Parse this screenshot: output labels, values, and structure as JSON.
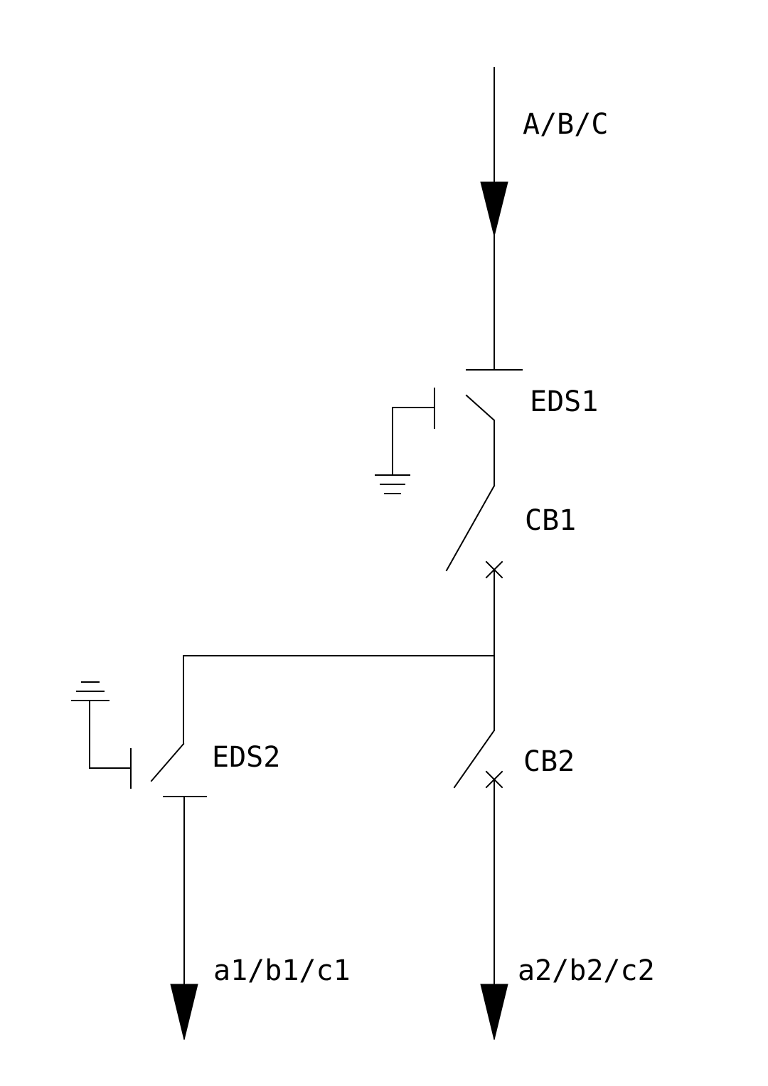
{
  "diagram": {
    "labels": {
      "source": "A/B/C",
      "eds1": "EDS1",
      "cb1": "CB1",
      "eds2": "EDS2",
      "cb2": "CB2",
      "out1": "a1/b1/c1",
      "out2": "a2/b2/c2"
    },
    "colors": {
      "line": "#000000",
      "background": "#ffffff"
    }
  }
}
